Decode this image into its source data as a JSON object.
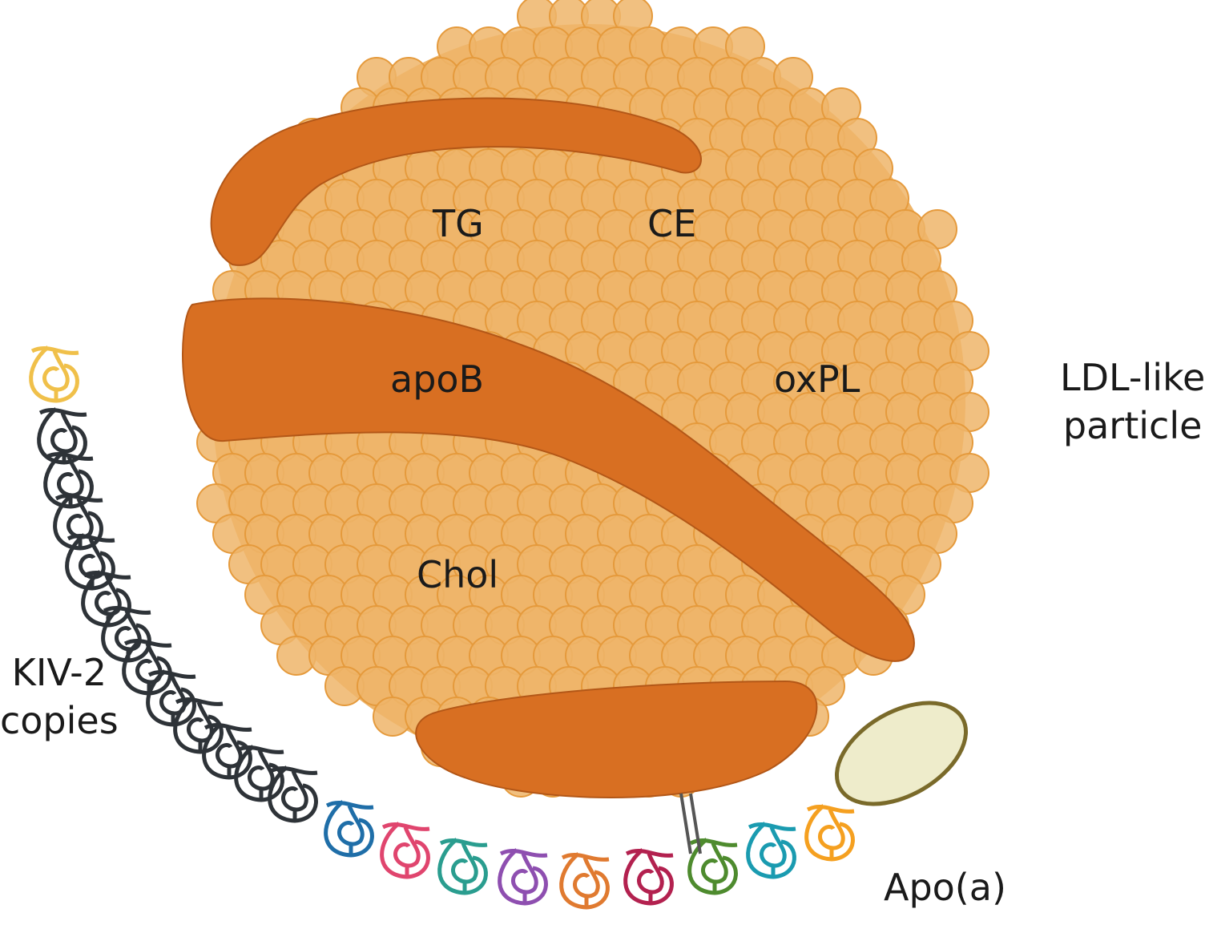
{
  "labels": {
    "tg": "TG",
    "ce": "CE",
    "apob": "apoB",
    "oxpl": "oxPL",
    "chol": "Chol",
    "ldl_line1": "LDL-like",
    "ldl_line2": "particle",
    "kiv_line1": "KIV-2",
    "kiv_line2": "copies",
    "apoa": "Apo(a)"
  },
  "colors": {
    "sphere_fill": "#eeb56a",
    "sphere_stroke": "#e59a3c",
    "band_fill": "#d86f22",
    "band_stroke": "#b35717",
    "kiv2": "#2e3338",
    "kiv_tail": "#f0c04a",
    "protease_fill": "#eeeccb",
    "protease_stroke": "#7a6a2a",
    "kringles": [
      "#1f6ea8",
      "#e0456e",
      "#2a9d8f",
      "#8e4fb0",
      "#e07a30",
      "#b3214f",
      "#4e8b2e",
      "#1a9bb0",
      "#f5a020"
    ]
  }
}
